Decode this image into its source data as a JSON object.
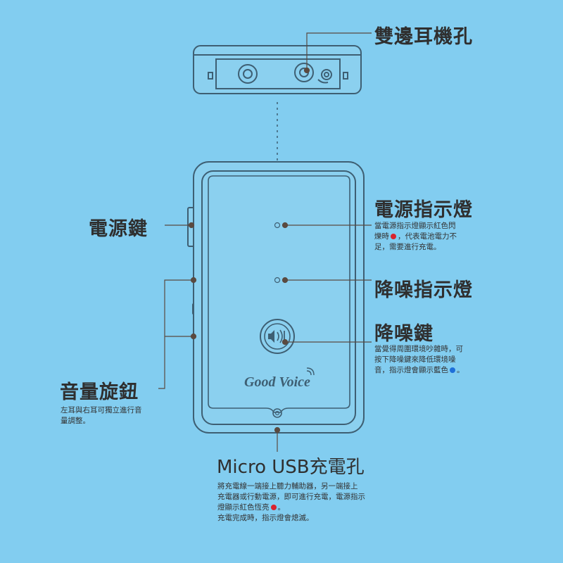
{
  "colors": {
    "background": "#82CDF0",
    "outline": "#3E5F73",
    "device_fill": "#8BD0EF",
    "leader": "#5A4A40",
    "red": "#D9232D",
    "blue": "#1E6FD9",
    "logo": "#3E5F73"
  },
  "labels": {
    "earphone_ports": "雙邊耳機孔",
    "power_key": "電源鍵",
    "power_indicator": "電源指示燈",
    "power_indicator_desc": [
      "當電源指示燈顯示紅色閃",
      "爍時",
      "，代表電池電力不",
      "足，需要進行充電。"
    ],
    "nc_indicator": "降噪指示燈",
    "nc_key": "降噪鍵",
    "nc_key_desc": [
      "當覺得周圍環境吵雜時，可",
      "按下降噪鍵來降低環境噪",
      "音，指示燈會顯示藍色",
      "。"
    ],
    "volume_knob": "音量旋鈕",
    "volume_desc": [
      "左耳與右耳可獨立進行音",
      "量調整。"
    ],
    "usb_port": "Micro USB充電孔",
    "usb_desc": [
      "將充電線一端接上聽力輔助器，另一端接上",
      "充電器或行動電源，即可進行充電，電源指示",
      "燈顯示紅色恆亮",
      "。",
      "充電完成時，指示燈會熄滅。"
    ]
  },
  "logo": {
    "text": "Good Voice"
  },
  "icons": {
    "nc_button": "noise-cancel-icon",
    "usb": "usb-port-icon"
  }
}
